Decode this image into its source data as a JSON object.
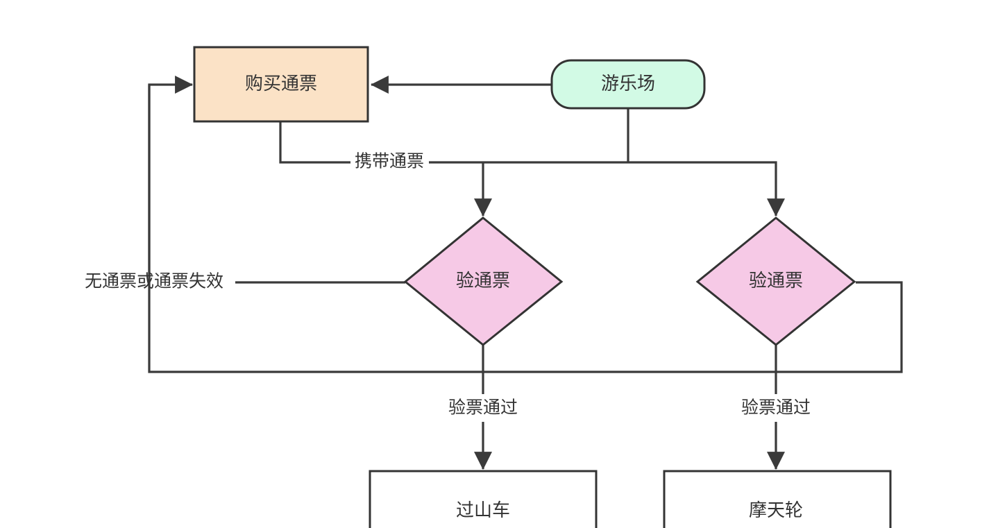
{
  "colors": {
    "line": "#3a3a3a",
    "buy_ticket_fill": "#fbe2c6",
    "park_fill": "#d2fae5",
    "check_fill": "#f6c9e6",
    "ride_fill": "#ffffff",
    "text": "#333333"
  },
  "nodes": {
    "park": "游乐场",
    "buy_ticket": "购买通票",
    "check_ticket_left": "验通票",
    "check_ticket_right": "验通票",
    "roller_coaster": "过山车",
    "ferris_wheel": "摩天轮"
  },
  "edges": {
    "carry_ticket": "携带通票",
    "no_ticket_or_invalid": "无通票或通票失效",
    "pass_left": "验票通过",
    "pass_right": "验票通过"
  }
}
